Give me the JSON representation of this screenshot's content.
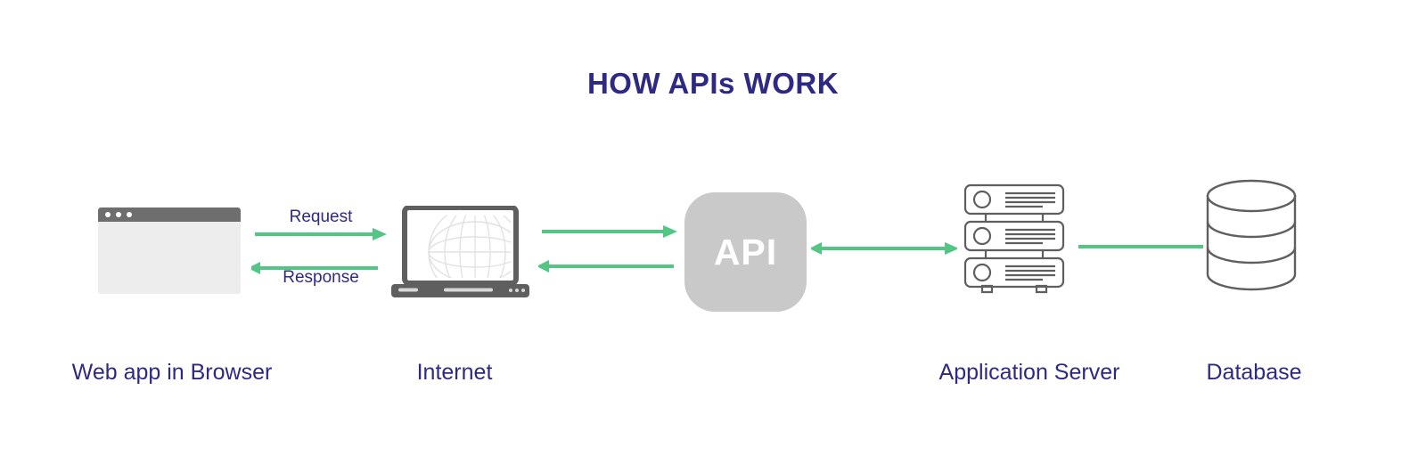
{
  "diagram": {
    "title": "HOW APIs WORK",
    "palette": {
      "title_color": "#2e2a84",
      "label_color": "#2e2a84",
      "arrow_green": "#55c586",
      "api_box_fill": "#c9c9c9",
      "api_text_color": "#ffffff",
      "browser_titlebar": "#6e6e6e",
      "browser_body": "#ededed",
      "icon_stroke": "#5f5f5f",
      "background": "#ffffff"
    },
    "nodes": [
      {
        "id": "browser",
        "caption": "Web app in Browser",
        "icon": "browser-window-icon"
      },
      {
        "id": "internet",
        "caption": "Internet",
        "icon": "laptop-globe-icon"
      },
      {
        "id": "api",
        "caption": "",
        "icon": "api-box",
        "box_label": "API"
      },
      {
        "id": "appserver",
        "caption": "Application Server",
        "icon": "server-stack-icon"
      },
      {
        "id": "database",
        "caption": "Database",
        "icon": "database-cylinder-icon"
      }
    ],
    "edges": [
      {
        "id": "request",
        "from": "browser",
        "to": "internet",
        "label": "Request",
        "direction": "right",
        "style": "arrow"
      },
      {
        "id": "response",
        "from": "internet",
        "to": "browser",
        "label": "Response",
        "direction": "left",
        "style": "arrow"
      },
      {
        "id": "internet-to-api",
        "from": "internet",
        "to": "api",
        "label": "",
        "direction": "right",
        "style": "arrow"
      },
      {
        "id": "api-to-internet",
        "from": "api",
        "to": "internet",
        "label": "",
        "direction": "left",
        "style": "arrow"
      },
      {
        "id": "api-to-appserver",
        "from": "api",
        "to": "appserver",
        "label": "",
        "direction": "bidirectional",
        "style": "arrow"
      },
      {
        "id": "appserver-to-db",
        "from": "appserver",
        "to": "database",
        "label": "",
        "direction": "none",
        "style": "line"
      }
    ],
    "browser_window": {
      "dots": [
        "dot-1",
        "dot-2",
        "dot-3"
      ]
    },
    "api_box": {
      "label": "API"
    }
  }
}
